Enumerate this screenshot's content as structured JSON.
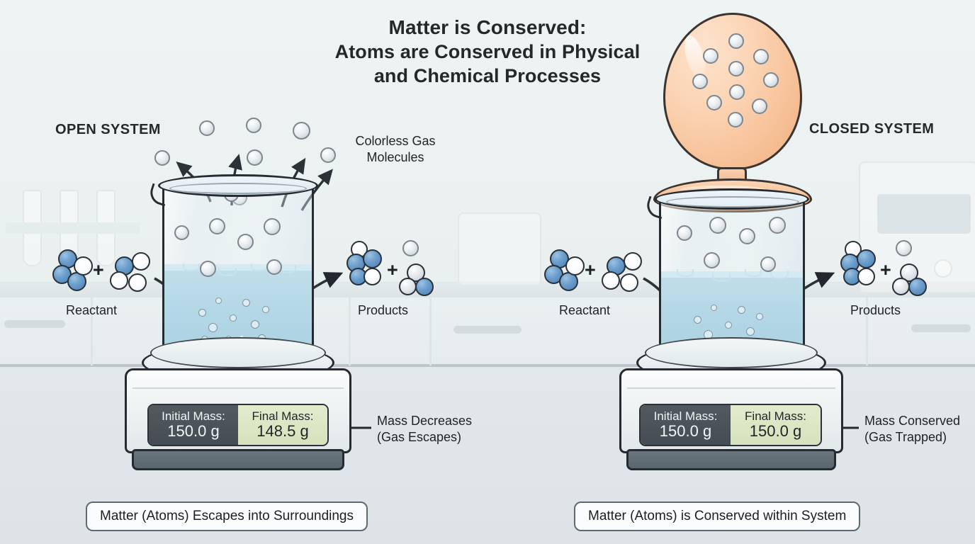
{
  "title": {
    "line1": "Matter is Conserved:",
    "line2": "Atoms are Conserved in Physical",
    "line3": "and Chemical Processes"
  },
  "colors": {
    "background": "#edf2f2",
    "ink": "#20252a",
    "atom_blue": "#5b8fc4",
    "atom_white": "#ffffff",
    "gas_gray": "#d4dbe0",
    "liquid_blue": "#b4d7e6",
    "balloon_peach": "#f7c39a",
    "display_dark": "#4a5157",
    "display_green": "#dde8c8",
    "scale_foot": "#5d6a70"
  },
  "left_system": {
    "heading": "OPEN SYSTEM",
    "gas_label": "Colorless Gas Molecules",
    "reactant_label": "Reactant",
    "products_label": "Products",
    "plus_symbol": "+",
    "display": {
      "initial_label": "Initial Mass:",
      "initial_value": "150.0 g",
      "final_label": "Final Mass:",
      "final_value": "148.5 g"
    },
    "callout": {
      "line1": "Mass Decreases",
      "line2": "(Gas Escapes)"
    },
    "caption": "Matter (Atoms) Escapes into Surroundings",
    "escaped_molecule_count": 7,
    "escape_arrow_count": 4
  },
  "right_system": {
    "heading": "CLOSED SYSTEM",
    "reactant_label": "Reactant",
    "products_label": "Products",
    "plus_symbol": "+",
    "display": {
      "initial_label": "Initial Mass:",
      "initial_value": "150.0 g",
      "final_label": "Final Mass:",
      "final_value": "150.0 g"
    },
    "callout": {
      "line1": "Mass Conserved",
      "line2": "(Gas Trapped)"
    },
    "caption": "Matter (Atoms) is Conserved within System",
    "balloon_molecule_count": 10
  }
}
